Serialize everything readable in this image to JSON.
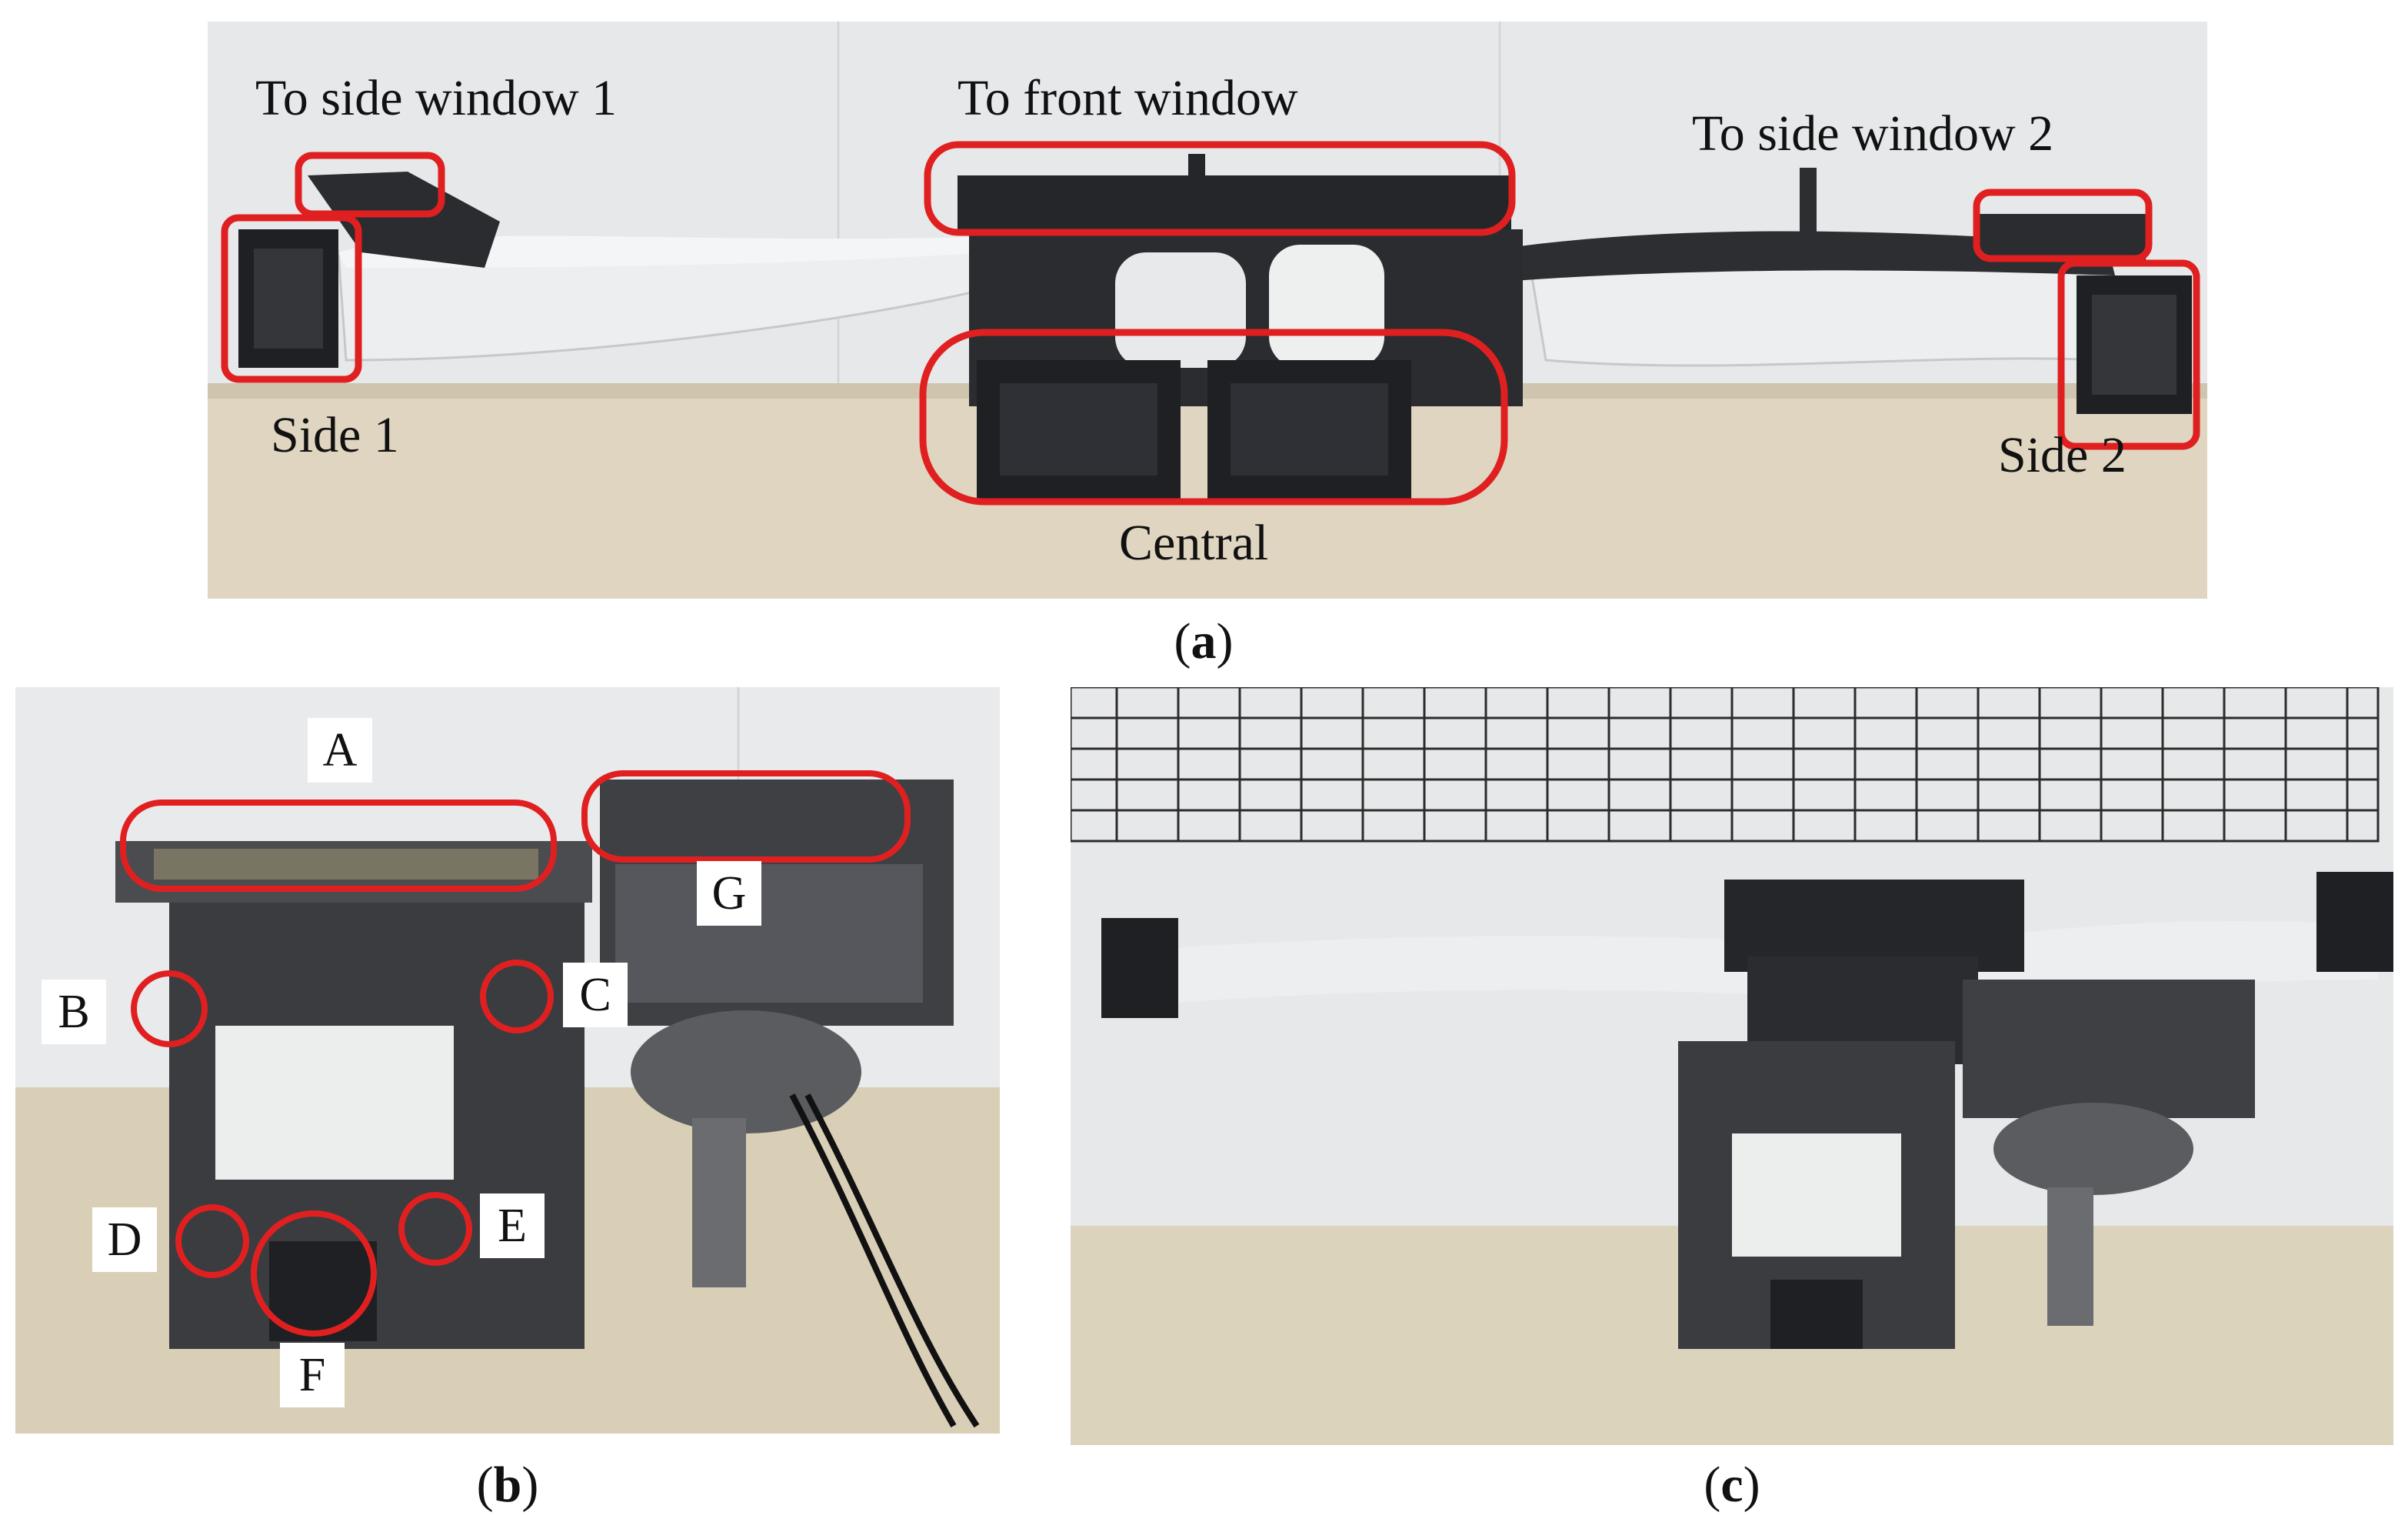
{
  "panel_a": {
    "caption_letter": "a",
    "labels": {
      "to_side_window_1": "To side window 1",
      "to_front_window": "To front window",
      "to_side_window_2": "To side window 2",
      "side_1": "Side 1",
      "side_2": "Side 2",
      "central": "Central"
    }
  },
  "panel_b": {
    "caption_letter": "b",
    "markers": [
      "A",
      "B",
      "C",
      "D",
      "E",
      "F",
      "G"
    ]
  },
  "panel_c": {
    "caption_letter": "c"
  },
  "colors": {
    "highlight": "#e02020",
    "duct_insulation": "#ecedee",
    "plastic": "#2a2c30",
    "table": "#d8cdb4",
    "wall": "#e9ebec"
  }
}
